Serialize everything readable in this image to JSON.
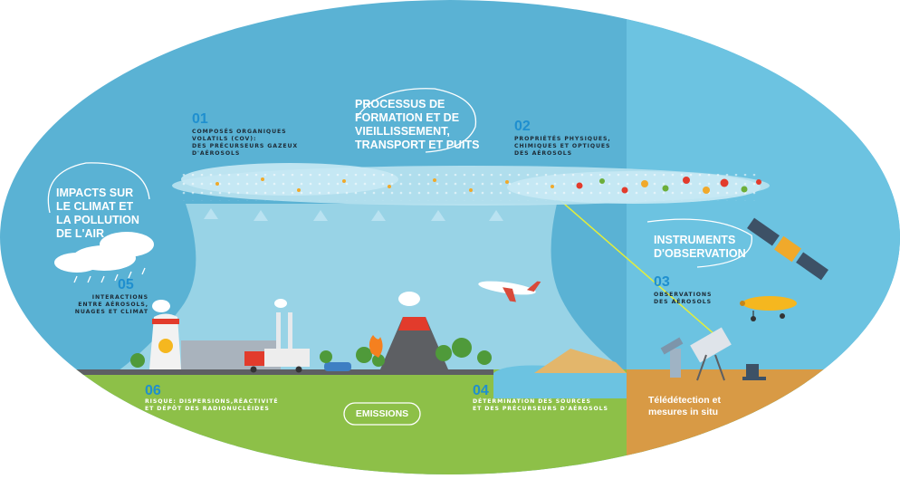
{
  "header": {
    "title": "PROCESSUS DE FORMATION ET DE VIEILLISSEMENT, TRANSPORT ET PUITS"
  },
  "title_lines": [
    "PROCESSUS DE",
    "FORMATION ET DE",
    "VIEILLISSEMENT,",
    "TRANSPORT ET PUITS"
  ],
  "impacts": {
    "lines": [
      "IMPACTS SUR",
      "LE CLIMAT ET",
      "LA POLLUTION",
      "DE L'AIR"
    ]
  },
  "instruments": {
    "lines": [
      "INSTRUMENTS",
      "D'OBSERVATION"
    ]
  },
  "emissions": {
    "label": "EMISSIONS"
  },
  "teledetection": {
    "lines": [
      "Télédétection et",
      "mesures in situ"
    ]
  },
  "items": [
    {
      "num": "01",
      "lines": [
        "COMPOSÉS ORGANIQUES",
        "VOLATILS (COV):",
        "DES PRÉCURSEURS GAZEUX",
        "D'AÉROSOLS"
      ]
    },
    {
      "num": "02",
      "lines": [
        "PROPRIÉTÉS PHYSIQUES,",
        "CHIMIQUES ET OPTIQUES",
        "DES AÉROSOLS"
      ]
    },
    {
      "num": "03",
      "lines": [
        "OBSERVATIONS",
        "DES AÉROSOLS"
      ]
    },
    {
      "num": "04",
      "lines": [
        "DÉTERMINATION DES SOURCES",
        "ET DES PRÉCURSEURS D'AÉROSOLS"
      ]
    },
    {
      "num": "05",
      "lines": [
        "INTERACTIONS",
        "ENTRE AÉROSOLS,",
        "NUAGES ET CLIMAT"
      ]
    },
    {
      "num": "06",
      "lines": [
        "RISQUE: DISPERSIONS,RÉACTIVITÉ",
        "ET DÉPÔT DES RADIONUCLÉIDES"
      ]
    }
  ],
  "colors": {
    "sky": "#5ab2d4",
    "sky_right": "#6cc3e1",
    "plume": "#9fd6e8",
    "ground": "#8dc048",
    "sand": "#d89a45",
    "number": "#1f8fcf",
    "dark_text": "#1d2b36",
    "laser": "#e4ee3a"
  }
}
